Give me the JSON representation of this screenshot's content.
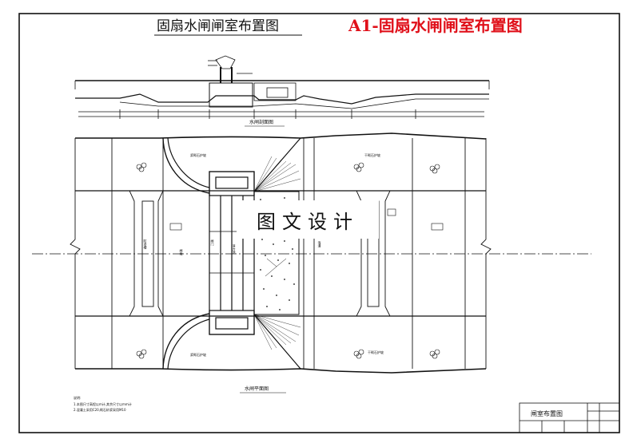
{
  "drawing_title": "固扇水闸闸室布置图",
  "red_heading": "A1-固扇水闸闸室布置图",
  "watermark": "图文设计",
  "section_caption": "水闸剖面图",
  "plan_caption": "水闸平面图",
  "labels": {
    "slurry_stone_upper": "浆砌石护坡",
    "dry_stone_upper": "干砌石护坡",
    "slurry_stone_lower": "浆砌石护坡",
    "dry_stone_lower": "干砌石护坡",
    "anti_seep": "防渗槽",
    "pier": "闸墩",
    "gate": "闸门",
    "apron": "海漫",
    "stilling": "消力池"
  },
  "notes": {
    "heading": "说明:",
    "line1": "1.本图尺寸高程以m计,其余尺寸以mm计",
    "line2": "2.混凝土采用C20,砌石砂浆采用M10"
  },
  "title_block": {
    "name": "闸室布置图"
  },
  "colors": {
    "line": "#111111",
    "red": "#e0101a"
  }
}
